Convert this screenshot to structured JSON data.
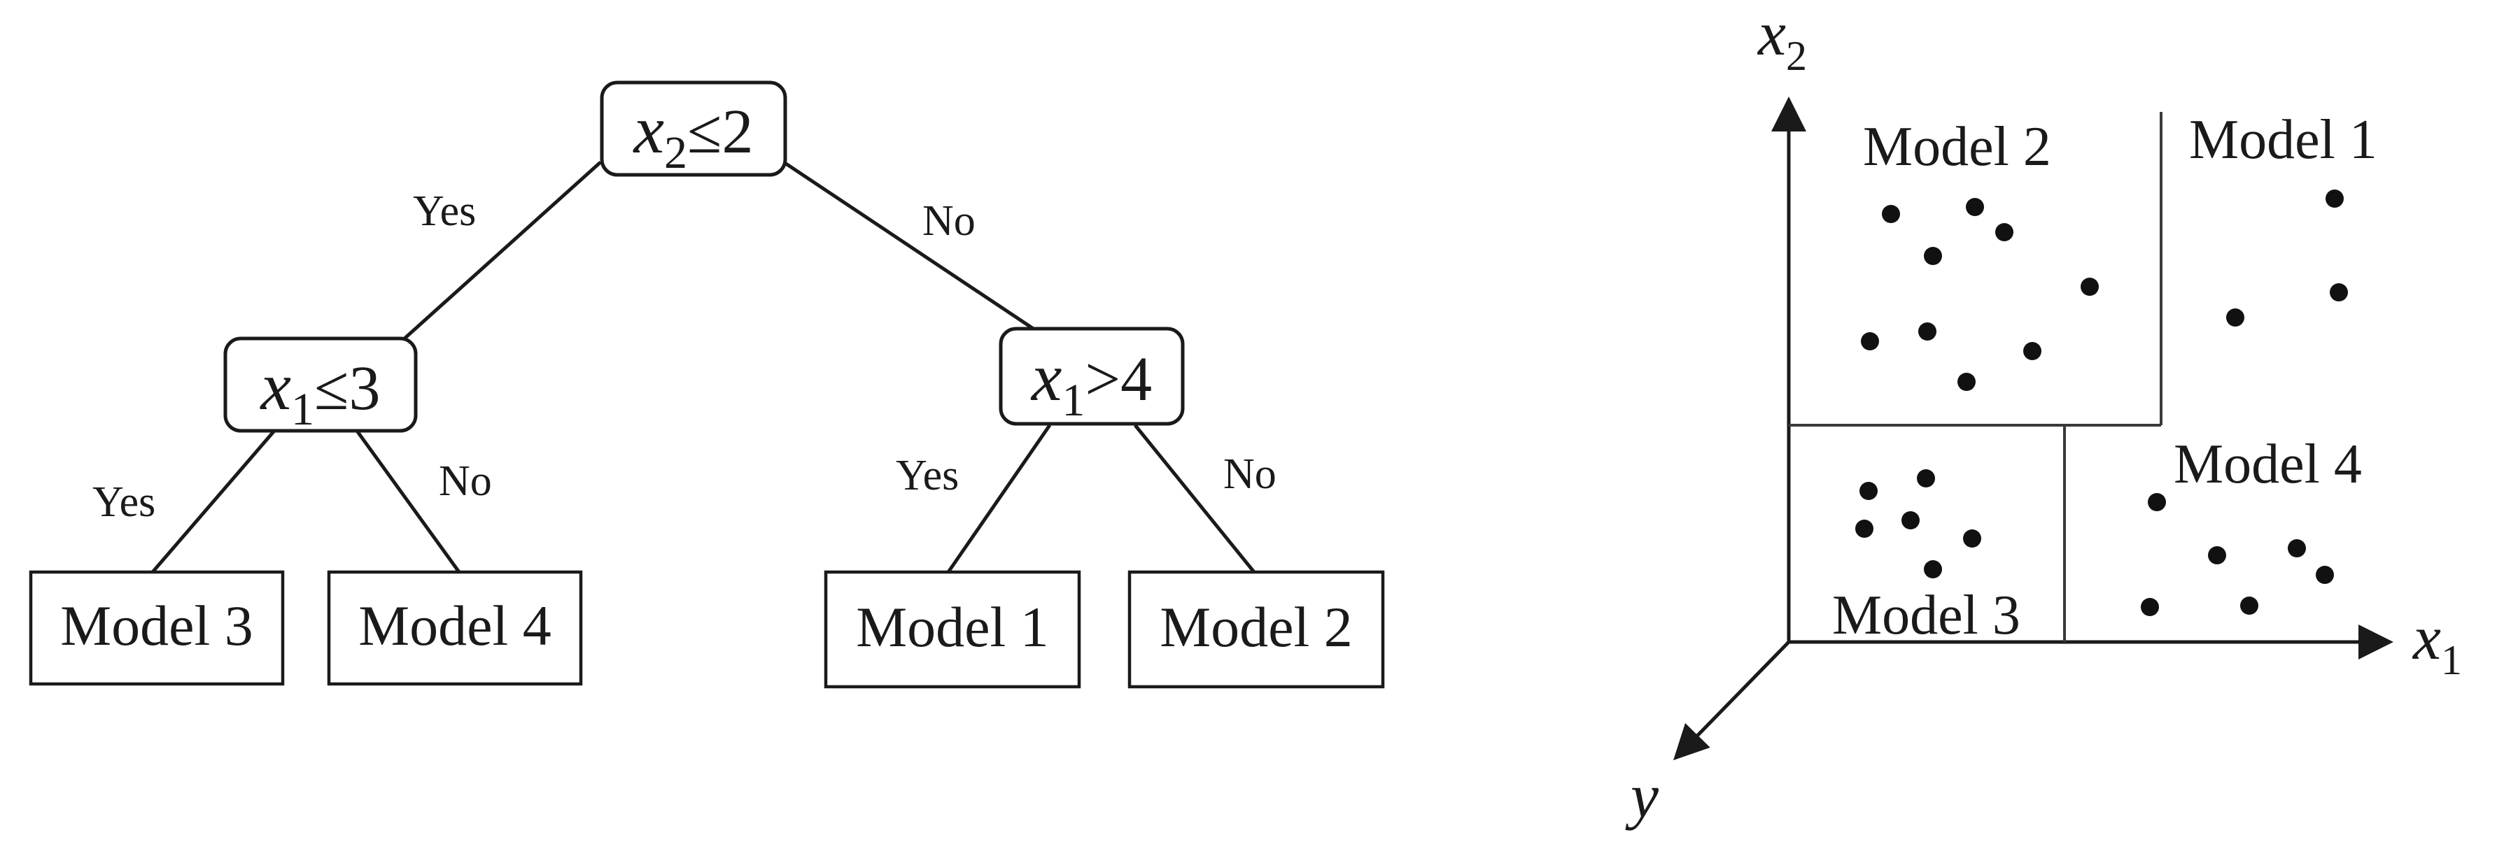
{
  "tree": {
    "root": {
      "var": "x",
      "sub": "2",
      "op": "≤",
      "val": "2"
    },
    "left": {
      "var": "x",
      "sub": "1",
      "op": "≤",
      "val": "3"
    },
    "right": {
      "var": "x",
      "sub": "1",
      "op": ">",
      "val": "4"
    },
    "edge_labels": {
      "root_yes": "Yes",
      "root_no": "No",
      "left_yes": "Yes",
      "left_no": "No",
      "right_yes": "Yes",
      "right_no": "No"
    },
    "leaves": [
      "Model 3",
      "Model 4",
      "Model 1",
      "Model 2"
    ]
  },
  "partition": {
    "axes": {
      "x_var": "x",
      "x_sub": "1",
      "y_var": "x",
      "y_sub": "2",
      "z_var": "y"
    },
    "regions": {
      "top_left": "Model 2",
      "top_right": "Model 1",
      "bottom_left": "Model 3",
      "bottom_right": "Model 4"
    }
  }
}
